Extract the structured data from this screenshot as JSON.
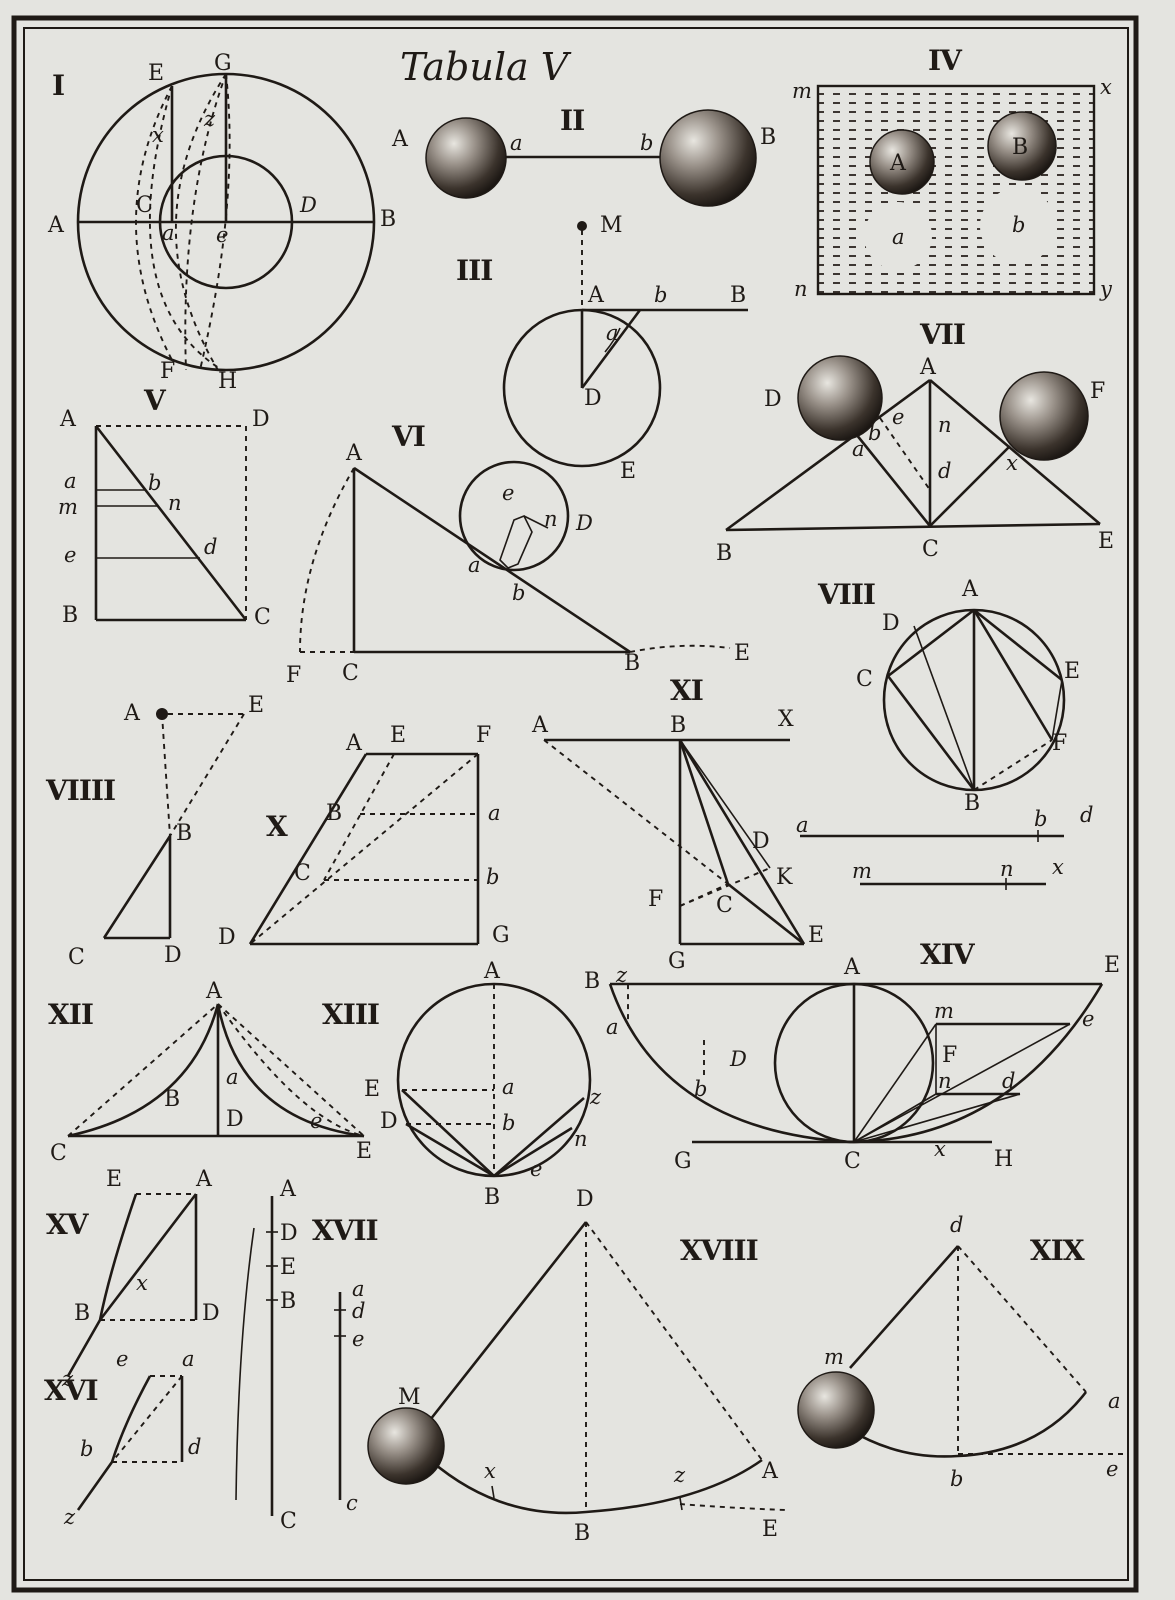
{
  "title": "Tabula V",
  "colors": {
    "paper": "#e4e4e0",
    "ink": "#1f1a16",
    "shade": "#3b332c"
  },
  "figures": {
    "I": {
      "num": "I",
      "labels": [
        "E",
        "G",
        "x",
        "z",
        "A",
        "C",
        "D",
        "B",
        "a",
        "e",
        "F",
        "H"
      ]
    },
    "II": {
      "num": "II",
      "labels": [
        "A",
        "a",
        "b",
        "B"
      ]
    },
    "III": {
      "num": "III",
      "labels": [
        "M",
        "A",
        "b",
        "B",
        "a",
        "D",
        "E"
      ]
    },
    "IV": {
      "num": "IV",
      "labels": [
        "m",
        "x",
        "A",
        "B",
        "a",
        "b",
        "n",
        "y"
      ]
    },
    "V": {
      "num": "V",
      "labels": [
        "A",
        "D",
        "a",
        "b",
        "m",
        "n",
        "e",
        "d",
        "B",
        "C"
      ]
    },
    "VI": {
      "num": "VI",
      "labels": [
        "A",
        "e",
        "n",
        "D",
        "a",
        "b",
        "F",
        "C",
        "B",
        "E"
      ]
    },
    "VII": {
      "num": "VII",
      "labels": [
        "A",
        "D",
        "F",
        "b",
        "e",
        "n",
        "a",
        "d",
        "x",
        "B",
        "C",
        "E"
      ]
    },
    "VIII": {
      "num": "VIII",
      "labels": [
        "A",
        "D",
        "C",
        "E",
        "F",
        "B"
      ]
    },
    "VIIII": {
      "num": "VIIII",
      "labels": [
        "A",
        "E",
        "B",
        "C",
        "D"
      ]
    },
    "X": {
      "num": "X",
      "labels": [
        "A",
        "E",
        "F",
        "B",
        "a",
        "C",
        "b",
        "D",
        "G"
      ]
    },
    "XI": {
      "num": "XI",
      "labels": [
        "A",
        "B",
        "X",
        "D",
        "K",
        "F",
        "C",
        "G",
        "E",
        "a",
        "b",
        "d",
        "m",
        "n",
        "x"
      ]
    },
    "XII": {
      "num": "XII",
      "labels": [
        "A",
        "B",
        "a",
        "D",
        "e",
        "C",
        "E"
      ]
    },
    "XIII": {
      "num": "XIII",
      "labels": [
        "A",
        "E",
        "a",
        "z",
        "D",
        "b",
        "n",
        "e",
        "B"
      ]
    },
    "XIV": {
      "num": "XIV",
      "labels": [
        "B",
        "z",
        "A",
        "E",
        "a",
        "m",
        "e",
        "F",
        "D",
        "b",
        "n",
        "d",
        "G",
        "C",
        "x",
        "H"
      ]
    },
    "XV": {
      "num": "XV",
      "labels": [
        "E",
        "A",
        "x",
        "B",
        "D",
        "z"
      ]
    },
    "XVI": {
      "num": "XVI",
      "labels": [
        "e",
        "a",
        "b",
        "d",
        "z"
      ]
    },
    "XVII": {
      "num": "XVII",
      "labels": [
        "A",
        "D",
        "E",
        "B",
        "C",
        "a",
        "d",
        "e",
        "c"
      ]
    },
    "XVIII": {
      "num": "XVIII",
      "labels": [
        "D",
        "M",
        "x",
        "z",
        "A",
        "B",
        "E"
      ]
    },
    "XIX": {
      "num": "XIX",
      "labels": [
        "d",
        "m",
        "a",
        "b",
        "e"
      ]
    }
  }
}
